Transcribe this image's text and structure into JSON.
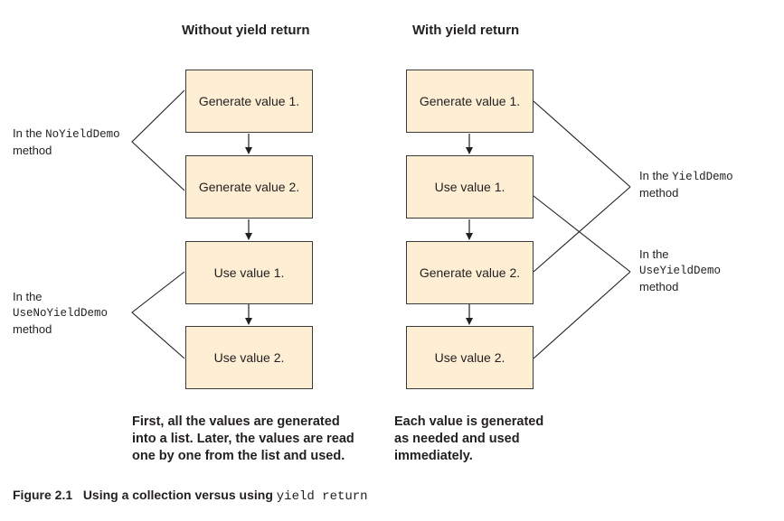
{
  "left_column": {
    "title": "Without yield return",
    "boxes": [
      "Generate value 1.",
      "Generate value 2.",
      "Use value 1.",
      "Use value 2."
    ],
    "bracket_top": {
      "prefix": "In the ",
      "code": "NoYieldDemo",
      "suffix": "method"
    },
    "bracket_bottom": {
      "prefix": "In the",
      "code": "UseNoYieldDemo",
      "suffix": "method"
    },
    "note": [
      "First, all the values are generated",
      "into a list. Later, the values are read",
      "one by one from the list and used."
    ]
  },
  "right_column": {
    "title": "With yield return",
    "boxes": [
      "Generate value 1.",
      "Use value 1.",
      "Generate value 2.",
      "Use value 2."
    ],
    "bracket_top": {
      "prefix": "In the ",
      "code": "YieldDemo",
      "suffix": "method"
    },
    "bracket_bottom": {
      "prefix": "In the",
      "code": "UseYieldDemo",
      "suffix": "method"
    },
    "note": [
      "Each value is generated",
      "as needed and used",
      "immediately."
    ]
  },
  "caption": {
    "label": "Figure 2.1",
    "text": "Using a collection versus using ",
    "code": "yield return"
  },
  "colors": {
    "box_fill": "#fdeed4",
    "stroke": "#3a3a3a"
  }
}
